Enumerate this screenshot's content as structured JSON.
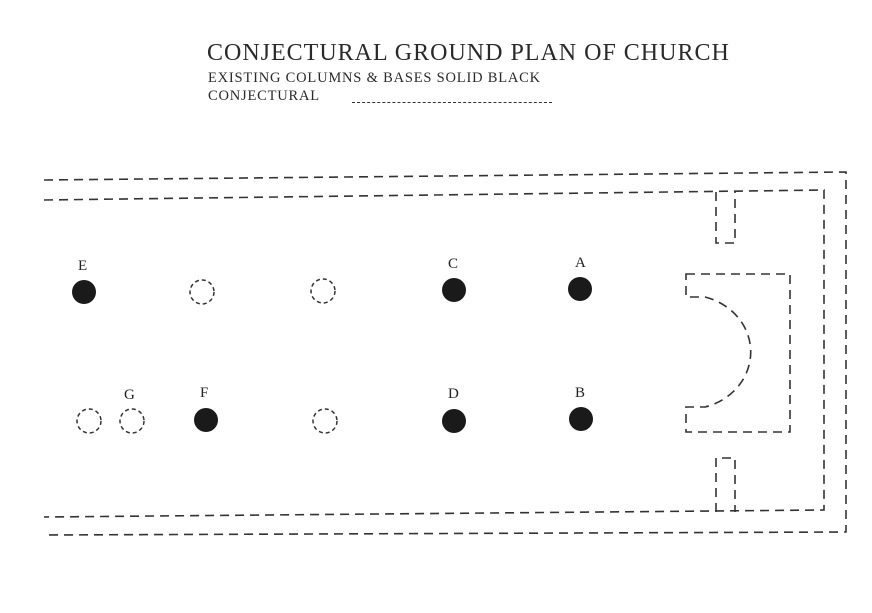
{
  "plan": {
    "title": "CONJECTURAL GROUND PLAN OF CHURCH",
    "legend": {
      "existing": "EXISTING COLUMNS & BASES SOLID BLACK",
      "conjectural": "CONJECTURAL"
    },
    "column_labels": {
      "A": "A",
      "B": "B",
      "C": "C",
      "D": "D",
      "E": "E",
      "F": "F",
      "G": "G"
    },
    "colors": {
      "ink": "#222222",
      "column_fill": "#1a1a1a"
    }
  }
}
